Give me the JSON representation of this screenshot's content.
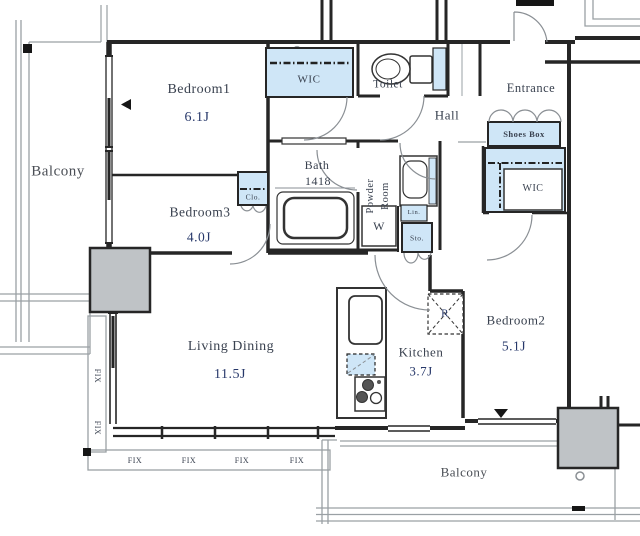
{
  "colors": {
    "storage_fill": "#cfe6f7",
    "pillar_fill": "#bfc3c6",
    "wall": "#262626",
    "text": "#39414f",
    "accent_text": "#27386a"
  },
  "labels": {
    "balcony_left": "Balcony",
    "bedroom1": "Bedroom1",
    "bedroom1_area": "6.1J",
    "wic_top": "WIC",
    "toilet": "Toilet",
    "hall": "Hall",
    "entrance": "Entrance",
    "shoes_box": "Shoes Box",
    "wic_right": "WIC",
    "bath": "Bath",
    "bath_size": "1418",
    "powder_line1": "Powder",
    "powder_line2": "Room",
    "washer": "W",
    "lin": "Lin.",
    "sto": "Sto.",
    "clo": "Clo.",
    "bedroom3": "Bedroom3",
    "bedroom3_area": "4.0J",
    "living": "Living Dining",
    "living_area": "11.5J",
    "kitchen": "Kitchen",
    "kitchen_area": "3.7J",
    "fridge": "R",
    "bedroom2": "Bedroom2",
    "bedroom2_area": "5.1J",
    "balcony_bottom": "Balcony",
    "fix": "FIX"
  }
}
